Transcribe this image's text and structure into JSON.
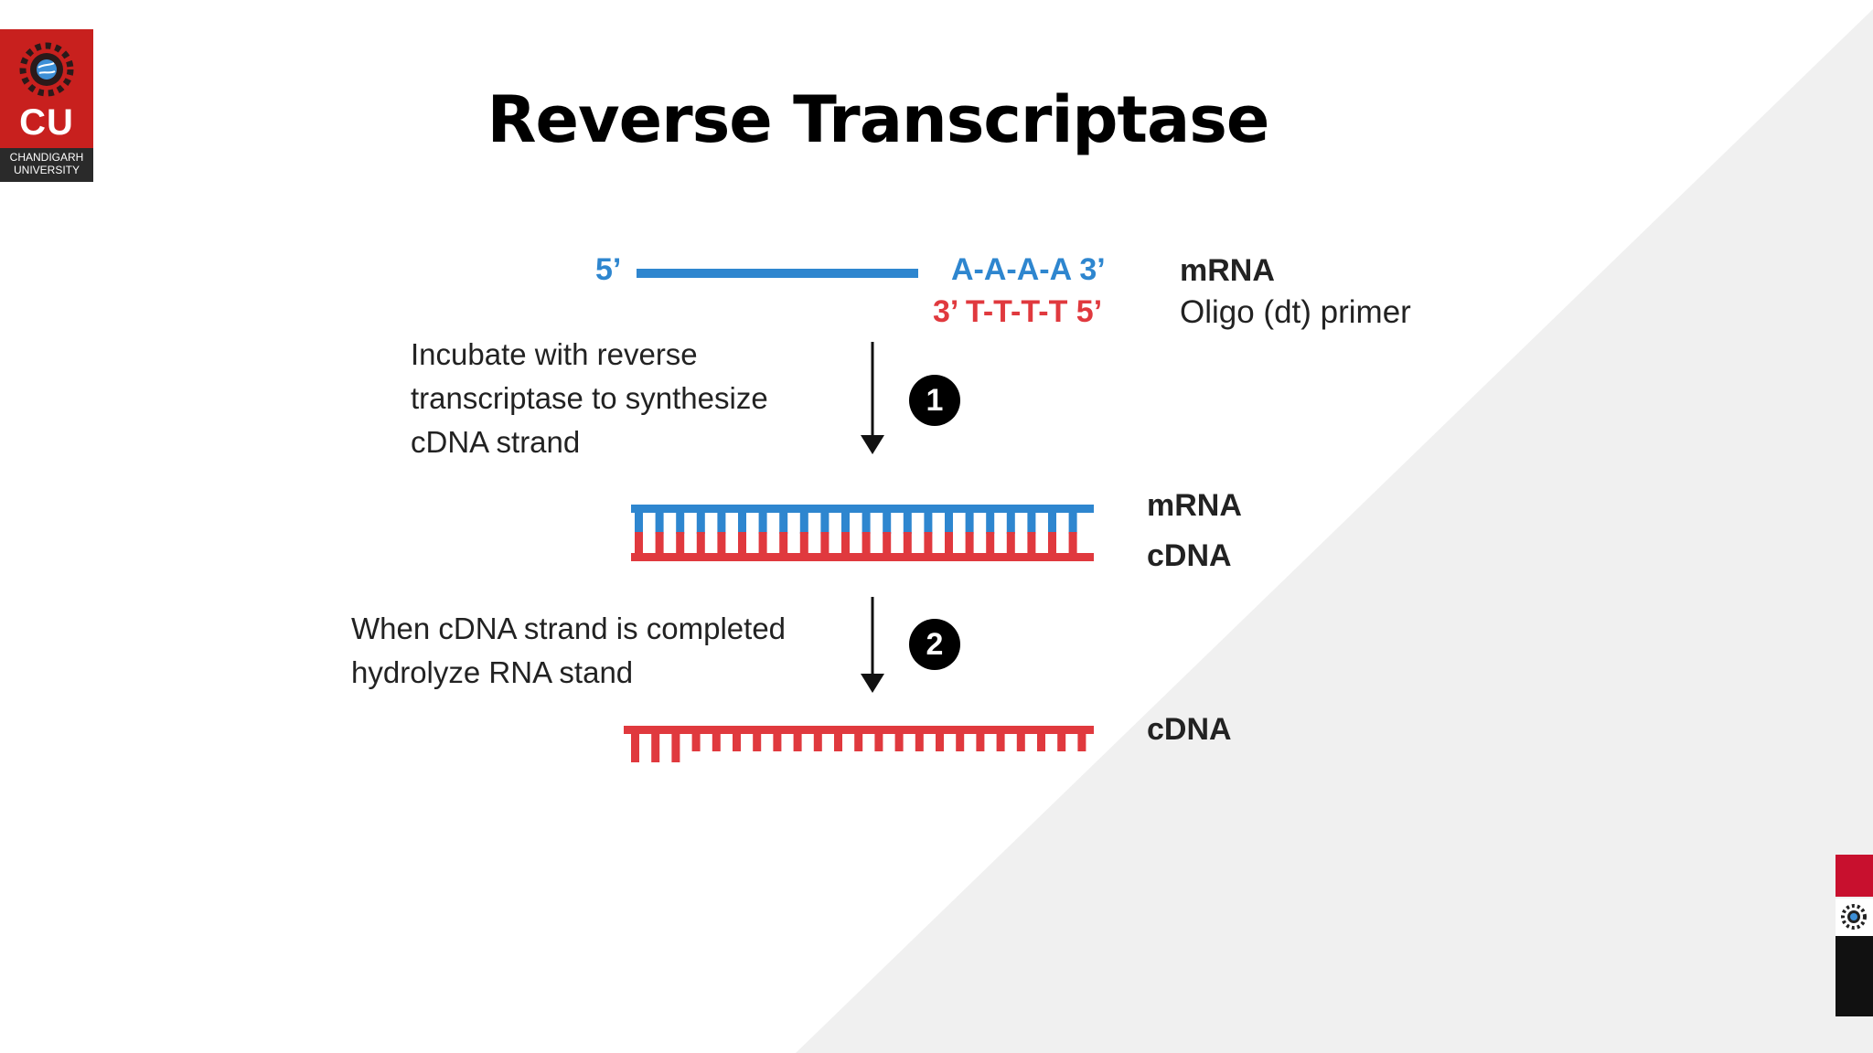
{
  "slide": {
    "title": "Reverse Transcriptase"
  },
  "logo": {
    "mark": "CU",
    "line1": "CHANDIGARH",
    "line2": "UNIVERSITY",
    "icon": "gear-globe-icon"
  },
  "diagram": {
    "top": {
      "five_prime": "5’",
      "poly_a": "A-A-A-A 3’",
      "primer": "3’ T-T-T-T 5’",
      "mrna_label": "mRNA",
      "primer_label": "Oligo (dt) primer"
    },
    "step1": {
      "number": "1",
      "text_lines": [
        "Incubate with reverse",
        "transcriptase to synthesize",
        "cDNA strand"
      ]
    },
    "hybrid": {
      "mrna_label": "mRNA",
      "cdna_label": "cDNA"
    },
    "step2": {
      "number": "2",
      "text_lines": [
        "When cDNA strand is completed",
        "hydrolyze RNA stand"
      ]
    },
    "single": {
      "cdna_label": "cDNA"
    },
    "colors": {
      "mrna": "#2e86cf",
      "cdna": "#e0393e",
      "arrow": "#111111"
    }
  },
  "side_tab": {
    "icon": "gear-icon",
    "colors": [
      "#c8102e",
      "#ffffff",
      "#111111"
    ]
  }
}
